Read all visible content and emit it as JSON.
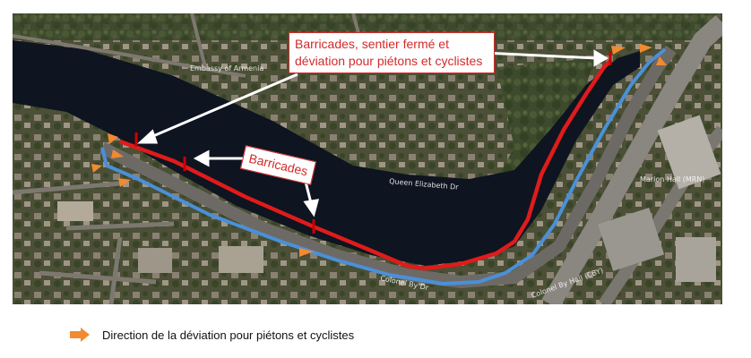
{
  "callouts": {
    "closure": "Barricades, sentier fermé et déviation pour piétons et cyclistes",
    "barricades": "Barricades"
  },
  "legend": {
    "label": "Direction de la déviation pour piétons et cyclistes",
    "arrow_color": "#f28a30"
  },
  "map_labels": {
    "embassy": "Embassy of Armenia",
    "queen_elizabeth_dr": "Queen Elizabeth Dr",
    "colonel_by_dr": "Colonel By Dr",
    "marion_hall": "Marion Hall (MRN)",
    "colonel_by_hall": "Colonel By Hall (CBY)"
  },
  "colors": {
    "closed_path": "#e01b1b",
    "detour_path": "#4a90d9",
    "canal": "#0e1420",
    "barricade_marker": "#cc0000"
  }
}
